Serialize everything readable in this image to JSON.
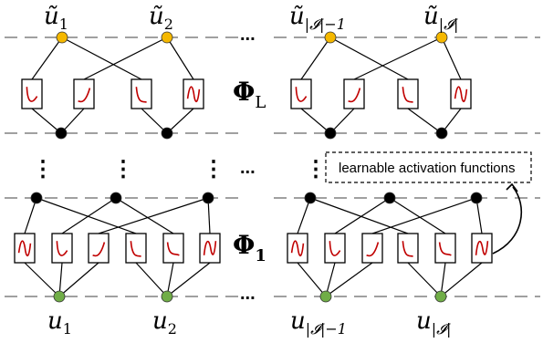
{
  "top_layer": {
    "labels": [
      "ũ₁",
      "ũ₂",
      "ũ|𝓘|−1",
      "ũ|𝓘|"
    ],
    "label_parts": [
      {
        "base": "ũ",
        "sub": "1"
      },
      {
        "base": "ũ",
        "sub": "2"
      },
      {
        "base": "ũ",
        "sub": "|𝓘|−1"
      },
      {
        "base": "ũ",
        "sub": "|𝓘|"
      }
    ],
    "ellipsis": "...",
    "node_color": "#f5b800"
  },
  "bottom_layer": {
    "label_parts": [
      {
        "base": "u",
        "sub": "1"
      },
      {
        "base": "u",
        "sub": "2"
      },
      {
        "base": "u",
        "sub": "|𝓘|−1"
      },
      {
        "base": "u",
        "sub": "|𝓘|"
      }
    ],
    "ellipsis": "...",
    "node_color": "#70ad47"
  },
  "phi_L": {
    "base": "Φ",
    "sub": "L"
  },
  "phi_1": {
    "base": "Φ",
    "sub": "1"
  },
  "mid_ellipsis": "...",
  "vertical_dots": "⋮",
  "callout": {
    "highlight": "learnable",
    "rest": " activation functions",
    "highlight_color": "#c00000"
  },
  "hidden_node_color": "#000000",
  "activation_curve_color": "#c00000",
  "dashed_line_color": "#a0a0a0"
}
